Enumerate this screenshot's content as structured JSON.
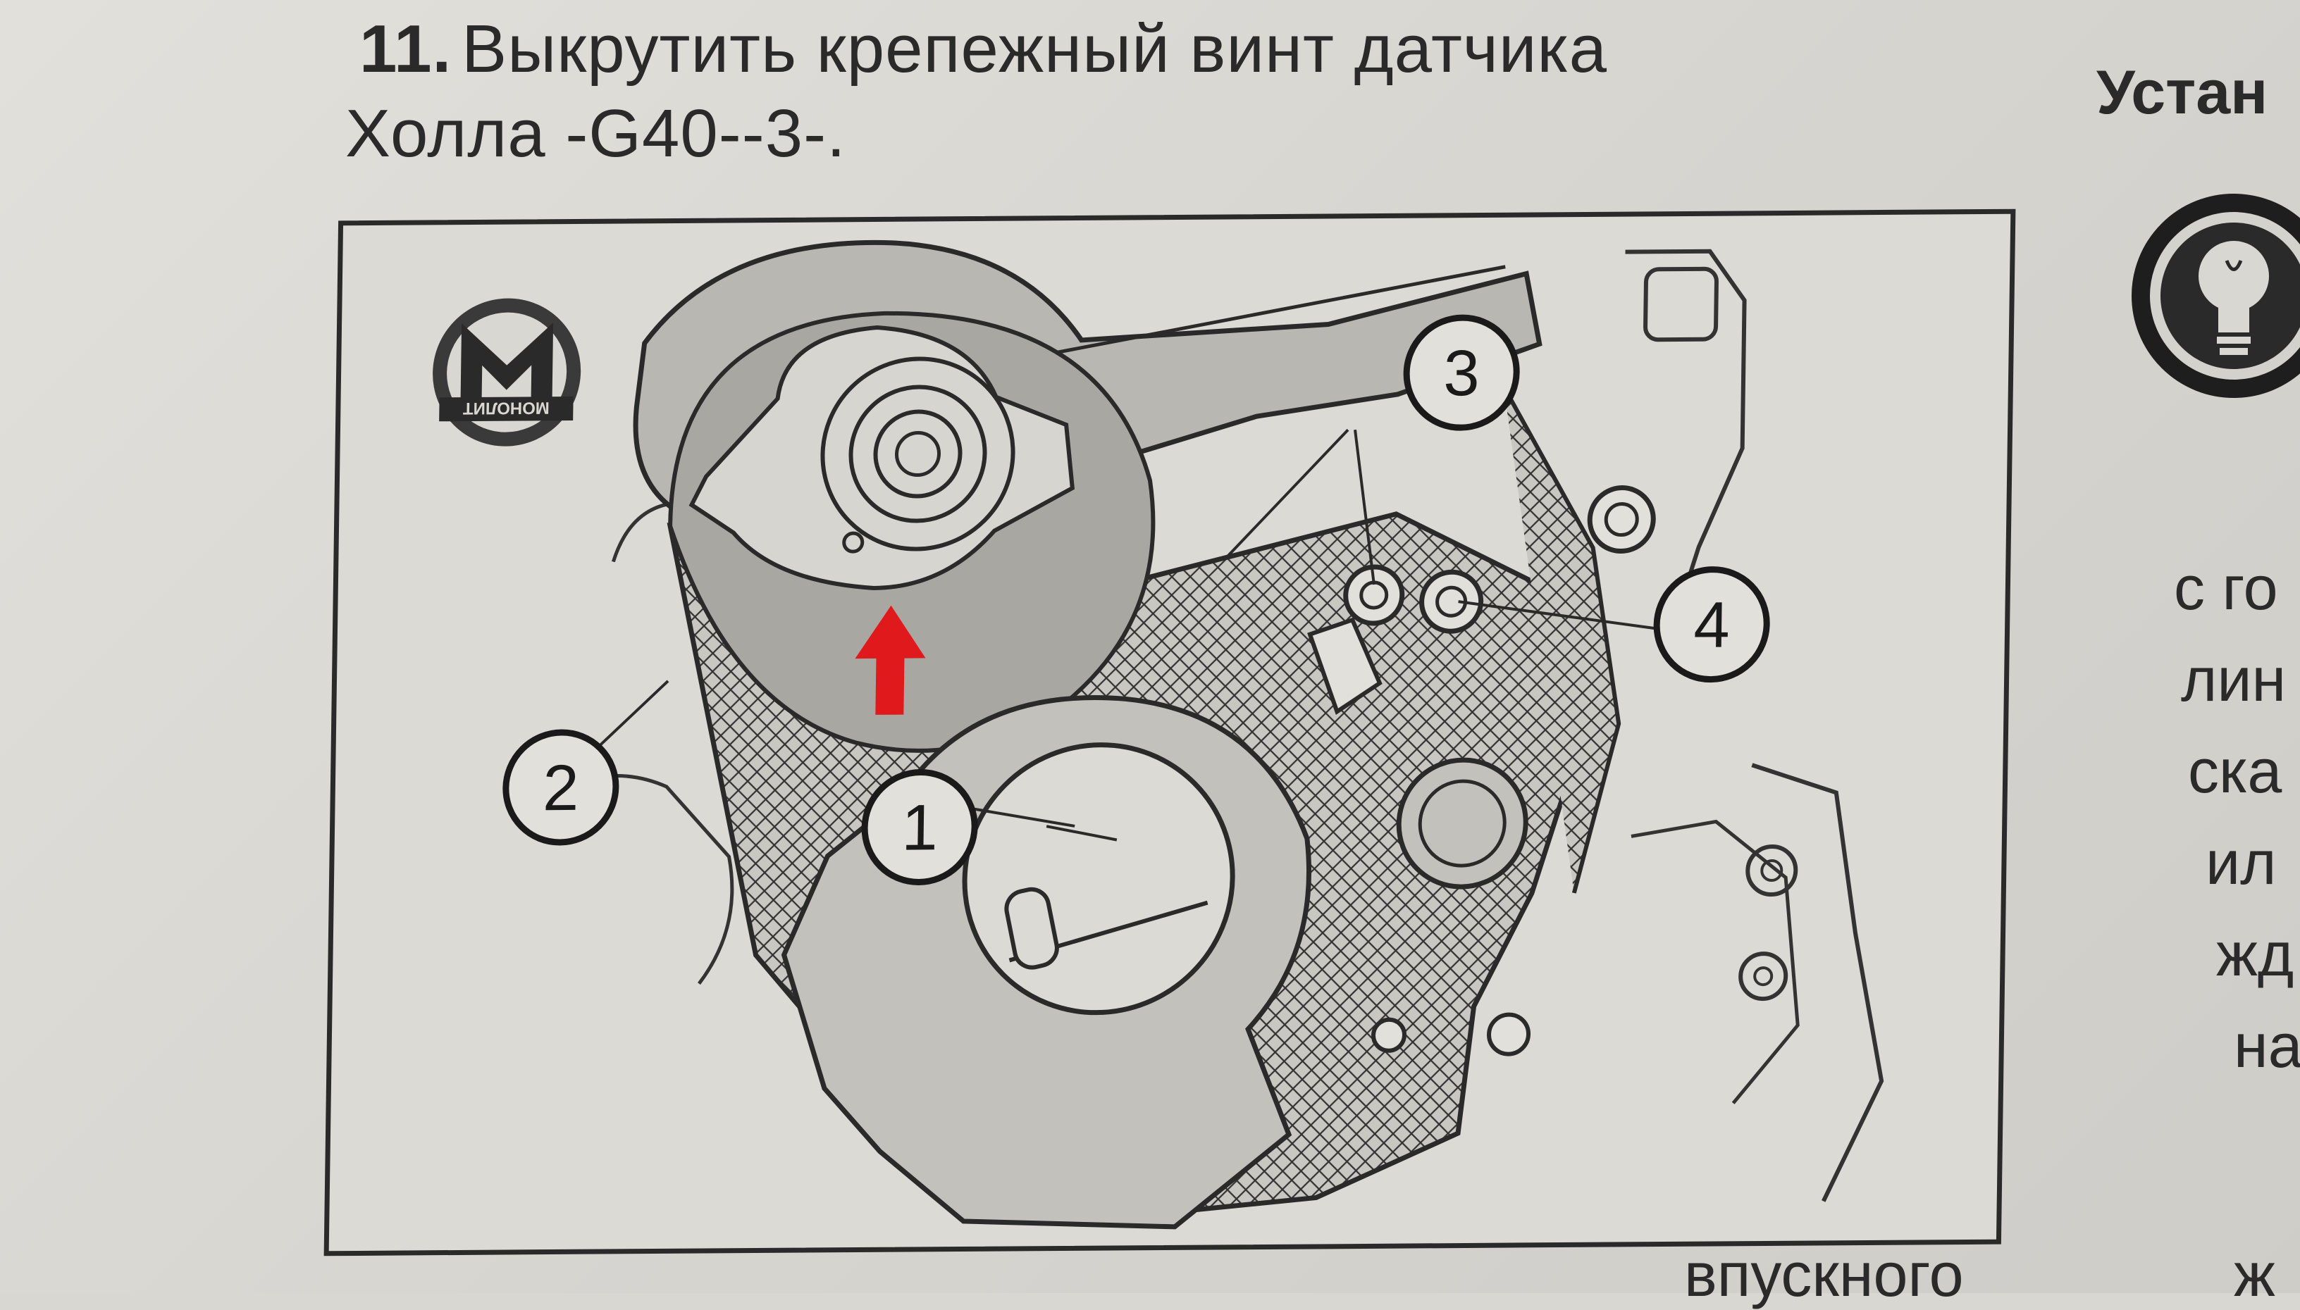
{
  "heading": {
    "number": "11.",
    "line1": "Выкрутить крепежный винт датчика",
    "line2": "Холла -G40--3-."
  },
  "side": {
    "heading": "Устан",
    "fragments": [
      "с го",
      "лин",
      "ска",
      "ил",
      "жд",
      "на"
    ]
  },
  "bottom": {
    "fragments": [
      "впускного",
      "ж"
    ]
  },
  "figure": {
    "logo_text": "МОНОЛИТ",
    "logo_letter": "М",
    "callouts": [
      "1",
      "2",
      "3",
      "4"
    ],
    "arrow_color": "#e0191c"
  },
  "icons": {
    "tip": "lightbulb-icon"
  }
}
